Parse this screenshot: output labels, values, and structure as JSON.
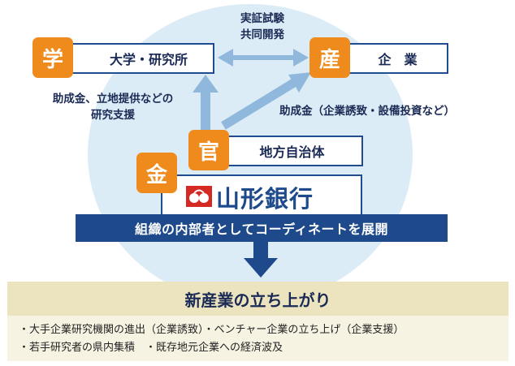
{
  "top_label": [
    "実証試験",
    "共同開発"
  ],
  "academia": {
    "badge": "学",
    "label": "大学・研究所"
  },
  "industry": {
    "badge": "産",
    "label": "企　業"
  },
  "government": {
    "badge": "官",
    "label": "地方自治体"
  },
  "finance": {
    "badge": "金",
    "label": "山形銀行"
  },
  "note_left": [
    "助成金、立地提供などの",
    "研究支援"
  ],
  "note_right": "助成金（企業誘致・設備投資など）",
  "band_text": "組織の内部者としてコーディネートを展開",
  "result": {
    "title": "新産業の立ち上がり",
    "lines": [
      "・大手企業研究機関の進出（企業誘致）・ベンチャー企業の立ち上げ（企業支援）",
      "・若手研究者の県内集積　・既存地元企業への経済波及"
    ]
  },
  "colors": {
    "accent_orange": "#ef8a1d",
    "navy": "#1e4a8c",
    "circle_bg": "#dcecf6",
    "result_bg": "#ece4bf",
    "logo_red": "#d52a23"
  }
}
